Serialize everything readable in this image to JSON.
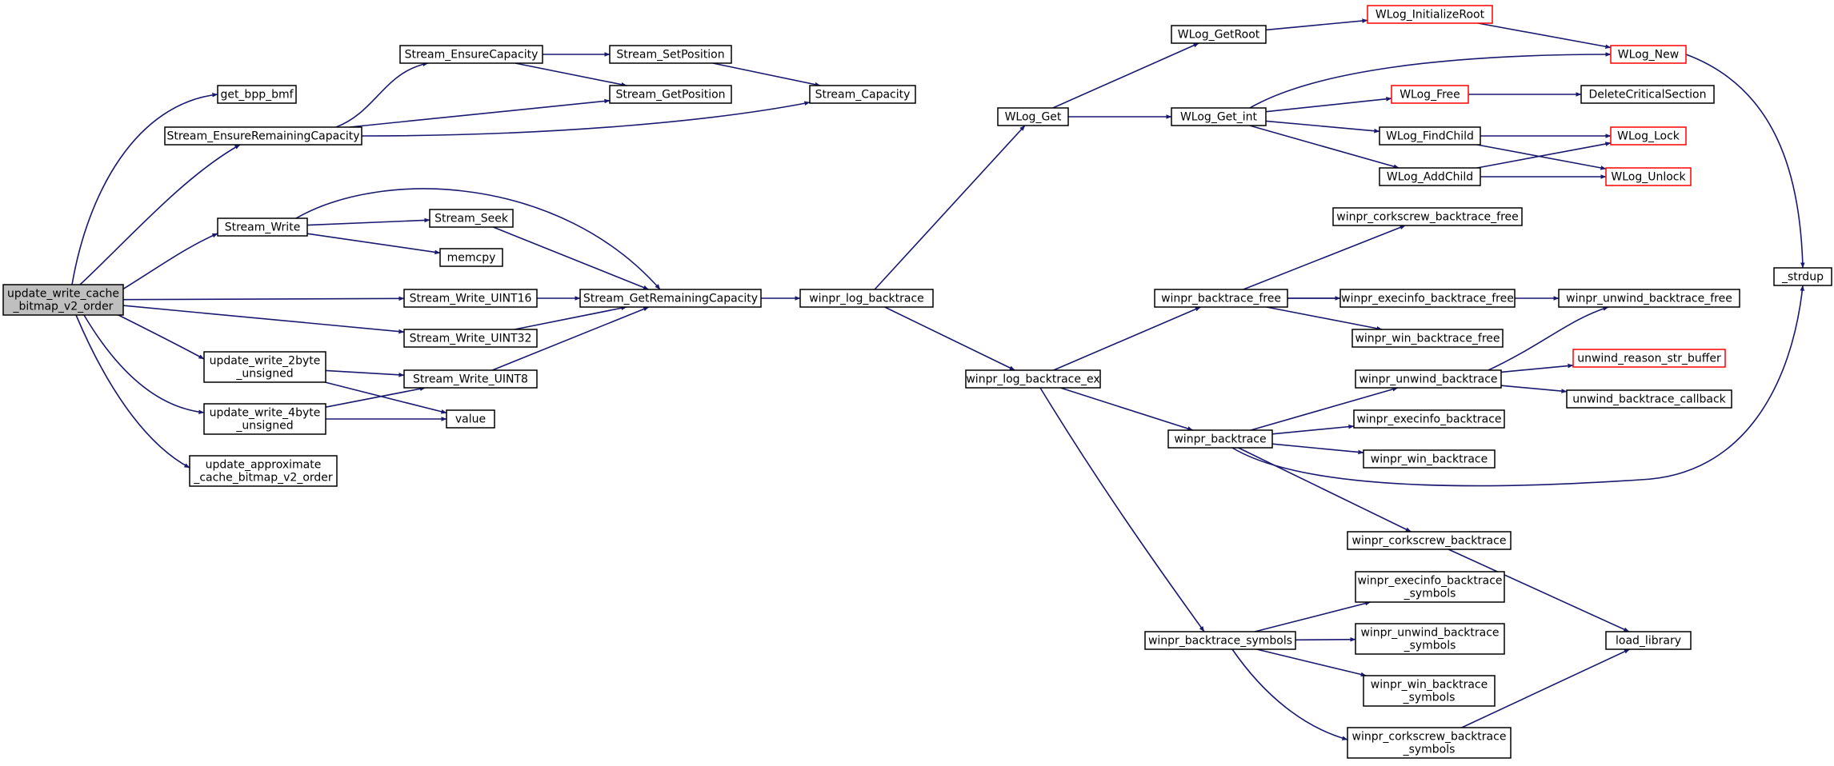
{
  "colors": {
    "edge": "#191970",
    "border_normal": "#000000",
    "border_truncated": "#ff0000",
    "fill_root": "#bfbfbf",
    "fill_normal": "#ffffff"
  },
  "nodes": [
    {
      "id": "root",
      "lines": [
        "update_write_cache",
        "_bitmap_v2_order"
      ],
      "style": "root"
    },
    {
      "id": "get_bpp_bmf",
      "lines": [
        "get_bpp_bmf"
      ],
      "style": "normal"
    },
    {
      "id": "se_ensure_remaining",
      "lines": [
        "Stream_EnsureRemainingCapacity"
      ],
      "style": "normal"
    },
    {
      "id": "stream_write",
      "lines": [
        "Stream_Write"
      ],
      "style": "normal"
    },
    {
      "id": "sw_uint16",
      "lines": [
        "Stream_Write_UINT16"
      ],
      "style": "normal"
    },
    {
      "id": "sw_uint32",
      "lines": [
        "Stream_Write_UINT32"
      ],
      "style": "normal"
    },
    {
      "id": "uw_2byte",
      "lines": [
        "update_write_2byte",
        "_unsigned"
      ],
      "style": "normal"
    },
    {
      "id": "uw_4byte",
      "lines": [
        "update_write_4byte",
        "_unsigned"
      ],
      "style": "normal"
    },
    {
      "id": "update_approx",
      "lines": [
        "update_approximate",
        "_cache_bitmap_v2_order"
      ],
      "style": "normal"
    },
    {
      "id": "se_ensure_cap",
      "lines": [
        "Stream_EnsureCapacity"
      ],
      "style": "normal"
    },
    {
      "id": "s_setpos",
      "lines": [
        "Stream_SetPosition"
      ],
      "style": "normal"
    },
    {
      "id": "s_getpos",
      "lines": [
        "Stream_GetPosition"
      ],
      "style": "normal"
    },
    {
      "id": "s_capacity",
      "lines": [
        "Stream_Capacity"
      ],
      "style": "normal"
    },
    {
      "id": "s_seek",
      "lines": [
        "Stream_Seek"
      ],
      "style": "normal"
    },
    {
      "id": "memcpy",
      "lines": [
        "memcpy"
      ],
      "style": "normal"
    },
    {
      "id": "s_getrem",
      "lines": [
        "Stream_GetRemainingCapacity"
      ],
      "style": "normal"
    },
    {
      "id": "sw_uint8",
      "lines": [
        "Stream_Write_UINT8"
      ],
      "style": "normal"
    },
    {
      "id": "value",
      "lines": [
        "value"
      ],
      "style": "normal"
    },
    {
      "id": "wlb",
      "lines": [
        "winpr_log_backtrace"
      ],
      "style": "normal"
    },
    {
      "id": "wlog_get",
      "lines": [
        "WLog_Get"
      ],
      "style": "normal"
    },
    {
      "id": "wlbe",
      "lines": [
        "winpr_log_backtrace_ex"
      ],
      "style": "normal"
    },
    {
      "id": "wlog_getroot",
      "lines": [
        "WLog_GetRoot"
      ],
      "style": "normal"
    },
    {
      "id": "wlog_get_int",
      "lines": [
        "WLog_Get_int"
      ],
      "style": "normal"
    },
    {
      "id": "wlog_initroot",
      "lines": [
        "WLog_InitializeRoot"
      ],
      "style": "truncated"
    },
    {
      "id": "wlog_new",
      "lines": [
        "WLog_New"
      ],
      "style": "truncated"
    },
    {
      "id": "wlog_free",
      "lines": [
        "WLog_Free"
      ],
      "style": "truncated"
    },
    {
      "id": "delete_cs",
      "lines": [
        "DeleteCriticalSection"
      ],
      "style": "normal"
    },
    {
      "id": "wlog_findchild",
      "lines": [
        "WLog_FindChild"
      ],
      "style": "normal"
    },
    {
      "id": "wlog_addchild",
      "lines": [
        "WLog_AddChild"
      ],
      "style": "normal"
    },
    {
      "id": "wlog_lock",
      "lines": [
        "WLog_Lock"
      ],
      "style": "truncated"
    },
    {
      "id": "wlog_unlock",
      "lines": [
        "WLog_Unlock"
      ],
      "style": "truncated"
    },
    {
      "id": "strdup",
      "lines": [
        "_strdup"
      ],
      "style": "normal"
    },
    {
      "id": "wb_free",
      "lines": [
        "winpr_backtrace_free"
      ],
      "style": "normal"
    },
    {
      "id": "wcb_free",
      "lines": [
        "winpr_corkscrew_backtrace_free"
      ],
      "style": "normal"
    },
    {
      "id": "web_free",
      "lines": [
        "winpr_execinfo_backtrace_free"
      ],
      "style": "normal"
    },
    {
      "id": "wwb_free",
      "lines": [
        "winpr_win_backtrace_free"
      ],
      "style": "normal"
    },
    {
      "id": "wub_free",
      "lines": [
        "winpr_unwind_backtrace_free"
      ],
      "style": "normal"
    },
    {
      "id": "wb",
      "lines": [
        "winpr_backtrace"
      ],
      "style": "normal"
    },
    {
      "id": "wub",
      "lines": [
        "winpr_unwind_backtrace"
      ],
      "style": "normal"
    },
    {
      "id": "unwind_reason",
      "lines": [
        "unwind_reason_str_buffer"
      ],
      "style": "truncated"
    },
    {
      "id": "unwind_cb",
      "lines": [
        "unwind_backtrace_callback"
      ],
      "style": "normal"
    },
    {
      "id": "web",
      "lines": [
        "winpr_execinfo_backtrace"
      ],
      "style": "normal"
    },
    {
      "id": "wwb",
      "lines": [
        "winpr_win_backtrace"
      ],
      "style": "normal"
    },
    {
      "id": "wcb",
      "lines": [
        "winpr_corkscrew_backtrace"
      ],
      "style": "normal"
    },
    {
      "id": "wbs",
      "lines": [
        "winpr_backtrace_symbols"
      ],
      "style": "normal"
    },
    {
      "id": "webs",
      "lines": [
        "winpr_execinfo_backtrace",
        "_symbols"
      ],
      "style": "normal"
    },
    {
      "id": "wubs",
      "lines": [
        "winpr_unwind_backtrace",
        "_symbols"
      ],
      "style": "normal"
    },
    {
      "id": "wwbs",
      "lines": [
        "winpr_win_backtrace",
        "_symbols"
      ],
      "style": "normal"
    },
    {
      "id": "wcbs",
      "lines": [
        "winpr_corkscrew_backtrace",
        "_symbols"
      ],
      "style": "normal"
    },
    {
      "id": "load_library",
      "lines": [
        "load_library"
      ],
      "style": "normal"
    }
  ],
  "edges": [
    [
      "root",
      "get_bpp_bmf"
    ],
    [
      "root",
      "se_ensure_remaining"
    ],
    [
      "root",
      "stream_write"
    ],
    [
      "root",
      "sw_uint16"
    ],
    [
      "root",
      "sw_uint32"
    ],
    [
      "root",
      "uw_2byte"
    ],
    [
      "root",
      "uw_4byte"
    ],
    [
      "root",
      "update_approx"
    ],
    [
      "se_ensure_remaining",
      "se_ensure_cap"
    ],
    [
      "se_ensure_remaining",
      "s_getpos"
    ],
    [
      "se_ensure_remaining",
      "s_capacity"
    ],
    [
      "se_ensure_cap",
      "s_setpos"
    ],
    [
      "se_ensure_cap",
      "s_getpos"
    ],
    [
      "s_setpos",
      "s_capacity"
    ],
    [
      "stream_write",
      "s_seek"
    ],
    [
      "stream_write",
      "memcpy"
    ],
    [
      "stream_write",
      "s_getrem"
    ],
    [
      "s_seek",
      "s_getrem"
    ],
    [
      "sw_uint16",
      "s_getrem"
    ],
    [
      "sw_uint32",
      "s_getrem"
    ],
    [
      "sw_uint8",
      "s_getrem"
    ],
    [
      "uw_2byte",
      "sw_uint8"
    ],
    [
      "uw_2byte",
      "value"
    ],
    [
      "uw_4byte",
      "sw_uint8"
    ],
    [
      "uw_4byte",
      "value"
    ],
    [
      "s_getrem",
      "wlb"
    ],
    [
      "wlb",
      "wlog_get"
    ],
    [
      "wlb",
      "wlbe"
    ],
    [
      "wlog_get",
      "wlog_getroot"
    ],
    [
      "wlog_get",
      "wlog_get_int"
    ],
    [
      "wlog_getroot",
      "wlog_initroot"
    ],
    [
      "wlog_initroot",
      "wlog_new"
    ],
    [
      "wlog_get_int",
      "wlog_new"
    ],
    [
      "wlog_get_int",
      "wlog_free"
    ],
    [
      "wlog_get_int",
      "wlog_findchild"
    ],
    [
      "wlog_get_int",
      "wlog_addchild"
    ],
    [
      "wlog_free",
      "delete_cs"
    ],
    [
      "wlog_findchild",
      "wlog_lock"
    ],
    [
      "wlog_findchild",
      "wlog_unlock"
    ],
    [
      "wlog_addchild",
      "wlog_lock"
    ],
    [
      "wlog_addchild",
      "wlog_unlock"
    ],
    [
      "wlog_new",
      "strdup"
    ],
    [
      "wlbe",
      "wb_free"
    ],
    [
      "wlbe",
      "wb"
    ],
    [
      "wlbe",
      "wbs"
    ],
    [
      "wb_free",
      "wcb_free"
    ],
    [
      "wb_free",
      "web_free"
    ],
    [
      "wb_free",
      "wwb_free"
    ],
    [
      "wb_free",
      "wub_free"
    ],
    [
      "wb",
      "wub"
    ],
    [
      "wb",
      "web"
    ],
    [
      "wb",
      "wwb"
    ],
    [
      "wb",
      "wcb"
    ],
    [
      "wb",
      "strdup"
    ],
    [
      "wub",
      "wub_free"
    ],
    [
      "wub",
      "unwind_reason"
    ],
    [
      "wub",
      "unwind_cb"
    ],
    [
      "wcb",
      "load_library"
    ],
    [
      "wbs",
      "webs"
    ],
    [
      "wbs",
      "wubs"
    ],
    [
      "wbs",
      "wwbs"
    ],
    [
      "wbs",
      "wcbs"
    ],
    [
      "wcbs",
      "load_library"
    ]
  ]
}
